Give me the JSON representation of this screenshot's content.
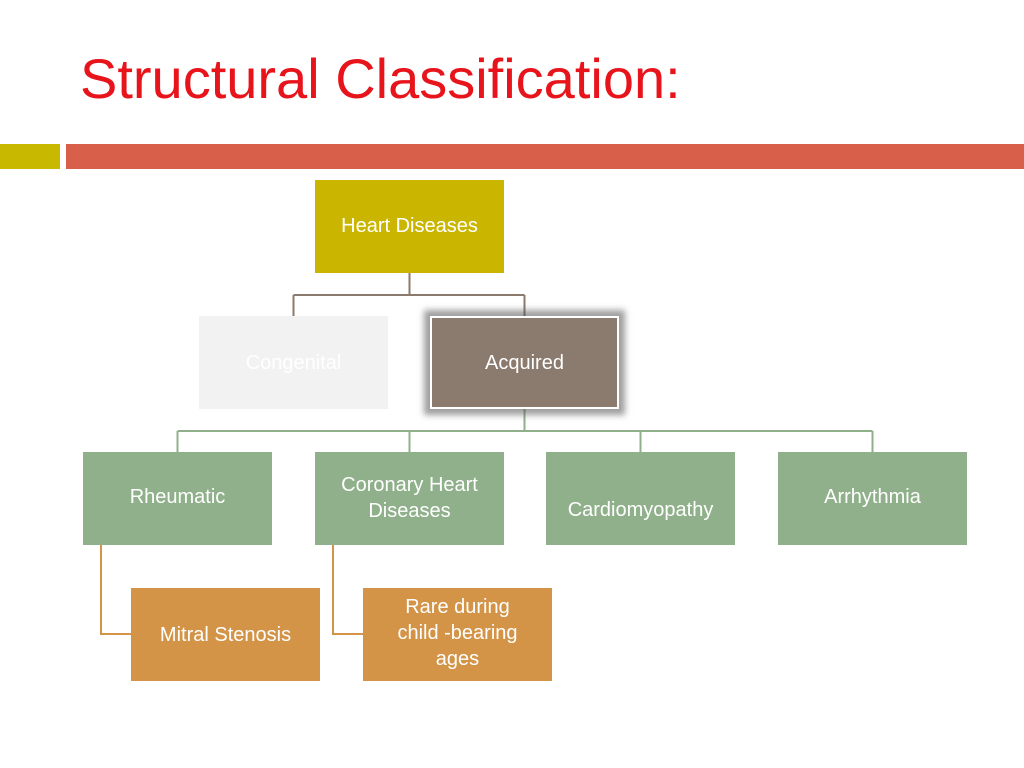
{
  "title": "Structural Classification:",
  "colors": {
    "title": "#e8141b",
    "accent_left": "#c9b800",
    "accent_right": "#d8604a",
    "root_fill": "#cab600",
    "muted_fill": "#f2f2f2",
    "muted_text": "#ffffff",
    "selected_fill": "#8b7a6e",
    "level2_fill": "#8fb08a",
    "level3_fill": "#d49447",
    "connector_top": "#8b7a6e",
    "connector_mid": "#8fb08a",
    "connector_low": "#d49447"
  },
  "nodes": {
    "root": "Heart Diseases",
    "congenital": "Congenital",
    "acquired": "Acquired",
    "rheumatic": "Rheumatic",
    "coronary": "Coronary Heart\nDiseases",
    "cardiomyopathy": "Cardiomyopathy",
    "arrhythmia": "Arrhythmia",
    "mitral": "Mitral Stenosis",
    "rare": "Rare during\nchild -bearing\nages"
  }
}
